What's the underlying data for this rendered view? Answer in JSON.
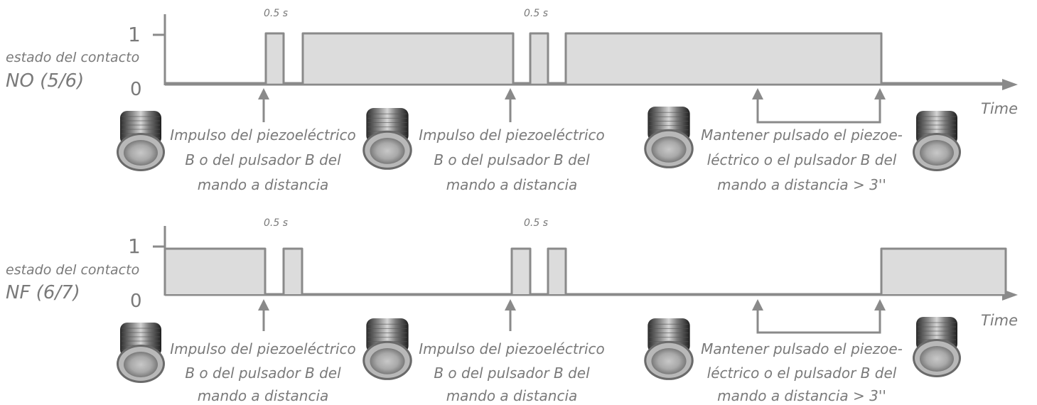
{
  "panels": [
    {
      "id": "no",
      "ylabel": "estado del contacto",
      "name": "NO (5/6)",
      "tick_high": "1",
      "tick_low": "0",
      "x_label": "Time",
      "pulse_label_1": "0.5 s",
      "pulse_label_2": "0.5 s",
      "annotations": [
        [
          "Impulso del piezoeléctrico",
          "B o del pulsador B del",
          "mando a distancia"
        ],
        [
          "Impulso del piezoeléctrico",
          "B o del pulsador B del",
          "mando a distancia"
        ],
        [
          "Mantener pulsado el piezoe-",
          "léctrico o el pulsador B del",
          "mando a distancia > 3''"
        ]
      ]
    },
    {
      "id": "nf",
      "ylabel": "estado del contacto",
      "name": "NF (6/7)",
      "tick_high": "1",
      "tick_low": "0",
      "x_label": "Time",
      "pulse_label_1": "0.5 s",
      "pulse_label_2": "0.5 s",
      "annotations": [
        [
          "Impulso del piezoeléctrico",
          "B o del pulsador B del",
          "mando a distancia"
        ],
        [
          "Impulso del piezoeléctrico",
          "B o del pulsador B del",
          "mando a distancia"
        ],
        [
          "Mantener pulsado el piezoe-",
          "léctrico o el pulsador B del",
          "mando a distancia > 3''"
        ]
      ]
    }
  ],
  "colors": {
    "signal_fill": "#dcdcdc",
    "line": "#8a8a8a",
    "text": "#7a7a7a"
  },
  "icons": [
    "push-button-icon",
    "push-button-icon",
    "push-button-icon",
    "push-button-icon"
  ]
}
